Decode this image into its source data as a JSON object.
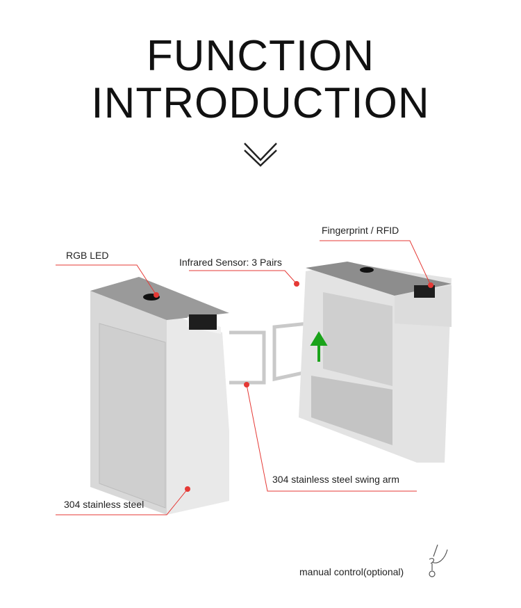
{
  "title": {
    "line1": "FUNCTION",
    "line2": "INTRODUCTION"
  },
  "labels": {
    "rgb_led": "RGB LED",
    "infrared": "Infrared Sensor: 3 Pairs",
    "fingerprint": "Fingerprint / RFID",
    "swing_arm": "304 stainless steel swing arm",
    "steel": "304 stainless steel",
    "manual": "manual control(optional)"
  },
  "colors": {
    "callout": "#e53935",
    "arrow": "#1aa31a"
  }
}
